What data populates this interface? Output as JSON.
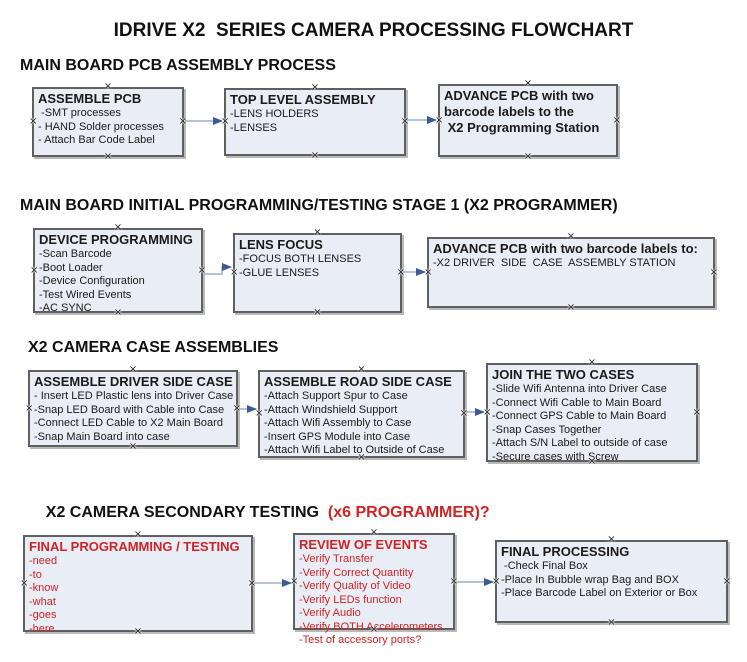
{
  "title": "IDRIVE X2  SERIES CAMERA PROCESSING FLOWCHART",
  "decorations": {
    "connection_marker": "×"
  },
  "colors": {
    "box_fill": "#e9edf6",
    "box_border": "#5f5f5f",
    "connector_line": "#9cb0c9",
    "connector_arrow": "#3c5a96",
    "red_text": "#cf2424",
    "heading_text": "#111111"
  },
  "sections": [
    {
      "heading": "MAIN BOARD PCB ASSEMBLY PROCESS",
      "boxes": [
        {
          "title": "ASSEMBLE PCB",
          "lines": [
            " -SMT processes",
            "- HAND Solder processes",
            "- Attach Bar Code Label"
          ]
        },
        {
          "title": "TOP LEVEL ASSEMBLY",
          "lines": [
            "-LENS HOLDERS",
            "-LENSES"
          ]
        },
        {
          "title": "ADVANCE PCB with two\nbarcode labels to the\n X2 Programming Station",
          "lines": []
        }
      ]
    },
    {
      "heading": "MAIN BOARD INITIAL PROGRAMMING/TESTING STAGE 1 (X2 PROGRAMMER)",
      "boxes": [
        {
          "title": "DEVICE PROGRAMMING",
          "lines": [
            "-Scan Barcode",
            "-Boot Loader",
            "-Device Configuration",
            "-Test Wired Events",
            "-AC SYNC"
          ]
        },
        {
          "title": "LENS FOCUS",
          "lines": [
            "-FOCUS BOTH LENSES",
            "-GLUE LENSES"
          ]
        },
        {
          "title": "ADVANCE PCB with two barcode labels to:",
          "lines": [
            "-X2 DRIVER  SIDE  CASE  ASSEMBLY STATION"
          ]
        }
      ]
    },
    {
      "heading": "X2 CAMERA CASE ASSEMBLIES",
      "boxes": [
        {
          "title": "ASSEMBLE DRIVER SIDE CASE",
          "lines": [
            "- Insert LED Plastic lens into Driver Case",
            "-Snap LED Board with Cable into Case",
            "-Connect LED Cable to X2 Main Board",
            "-Snap Main Board into case"
          ]
        },
        {
          "title": "ASSEMBLE ROAD SIDE CASE",
          "lines": [
            "-Attach Support Spur to Case",
            "-Attach Windshield Support",
            "-Attach Wifi Assembly to Case",
            "-Insert GPS Module into Case",
            "-Attach Wifi Label to Outside of Case"
          ]
        },
        {
          "title": "JOIN THE TWO CASES",
          "lines": [
            "-Slide Wifi Antenna into Driver Case",
            "-Connect Wifi Cable to Main Board",
            "-Connect GPS Cable to Main Board",
            "-Snap Cases Together",
            "-Attach S/N Label to outside of case",
            "-Secure cases with Screw"
          ]
        }
      ]
    },
    {
      "heading": "X2 CAMERA SECONDARY TESTING ",
      "heading_suffix": " (x6 PROGRAMMER)?",
      "boxes": [
        {
          "title": "FINAL PROGRAMMING / TESTING",
          "lines": [
            "-need",
            "-to",
            "-know",
            "-what",
            "-goes",
            "-here"
          ]
        },
        {
          "title": "REVIEW OF EVENTS",
          "lines": [
            "-Verify Transfer",
            "-Verify Correct Quantity",
            "-Verify Quality of Video",
            "-Verify LEDs function",
            "-Verify Audio",
            "-Verify BOTH Accelerometers",
            "-Test of accessory ports?"
          ]
        },
        {
          "title": "FINAL PROCESSING",
          "lines": [
            " -Check Final Box",
            "-Place In Bubble wrap Bag and BOX",
            "-Place Barcode Label on Exterior or Box"
          ]
        }
      ]
    }
  ]
}
